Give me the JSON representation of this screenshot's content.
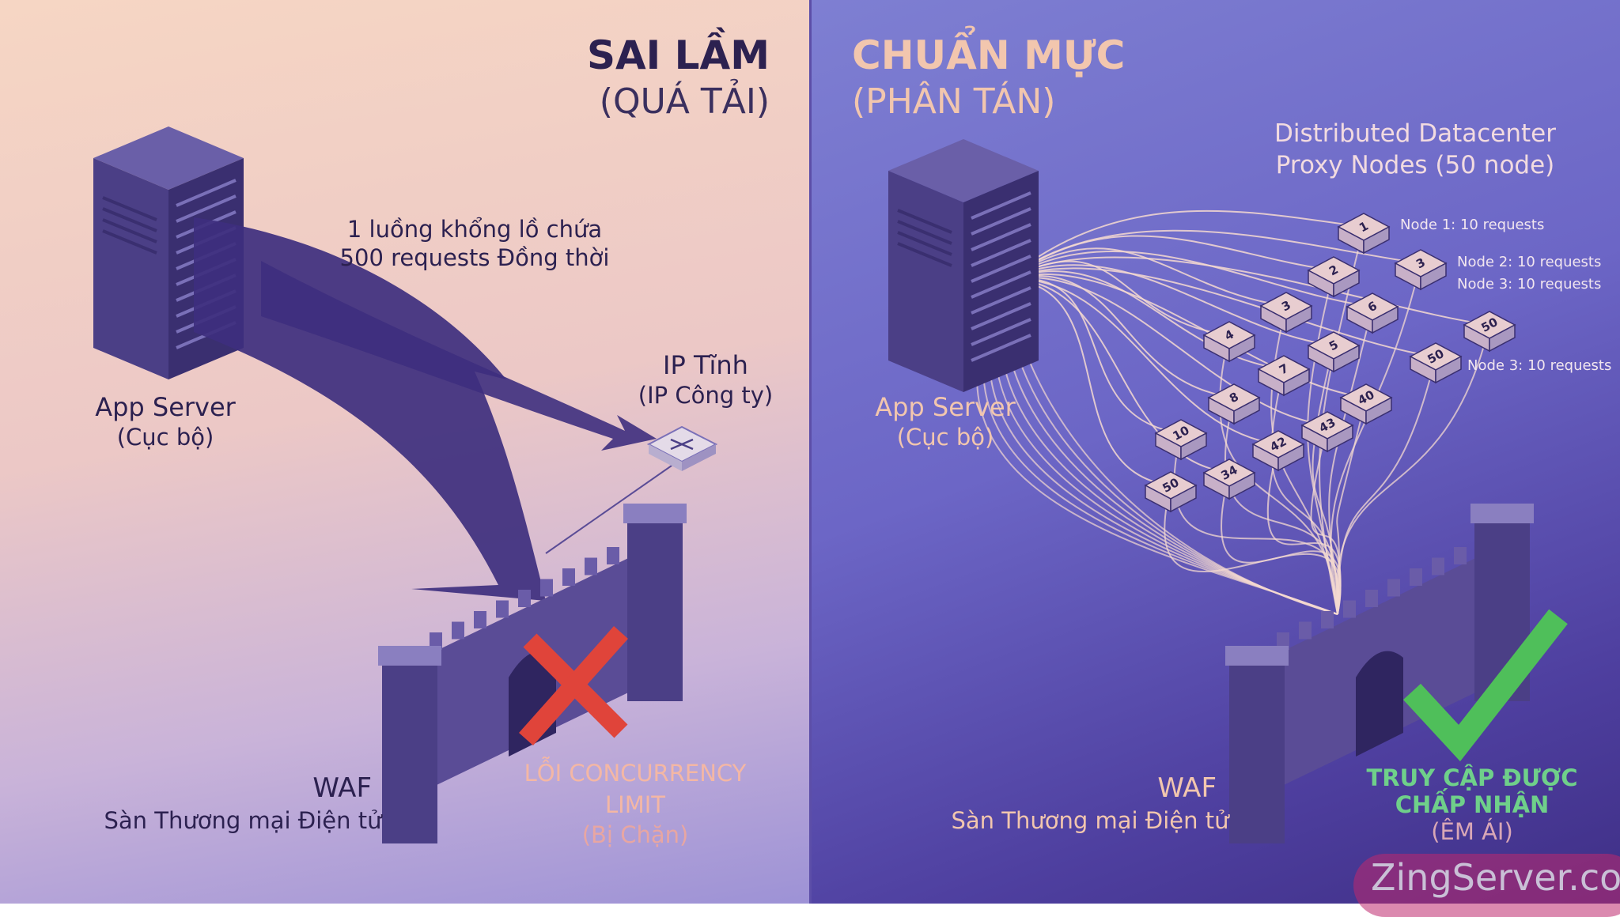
{
  "colors": {
    "left_bg": "#f6d6c4",
    "right_bg": "#6c66c6",
    "server": "#4b3f86",
    "arrow": "#3e2f7e",
    "error": "#e0443a",
    "success": "#4fbf5a",
    "success_text": "#6fd08a",
    "error_text": "#f4b7a4",
    "curve": "#f4d9d0"
  },
  "left": {
    "title": "SAI LẦM",
    "subtitle": "(QUÁ TẢI)",
    "flow_line1": "1 luồng khổng lồ chứa",
    "flow_line2": "500 requests Đồng thời",
    "ip_title": "IP Tĩnh",
    "ip_sub": "(IP Công ty)",
    "server_title": "App Server",
    "server_sub": "(Cục bộ)",
    "waf_title": "WAF",
    "waf_sub": "Sàn Thương mại Điện tử",
    "error_line1": "LỖI CONCURRENCY",
    "error_line2": "LIMIT",
    "error_line3": "(Bị Chặn)",
    "icons": {
      "router": "router-icon",
      "x": "red-x-icon",
      "server": "server-rack-icon",
      "wall": "castle-wall-icon"
    }
  },
  "right": {
    "title": "CHUẨN MỰC",
    "subtitle": "(PHÂN TÁN)",
    "nodes_title1": "Distributed Datacenter",
    "nodes_title2": "Proxy Nodes (50 node)",
    "server_title": "App Server",
    "server_sub": "(Cục bộ)",
    "waf_title": "WAF",
    "waf_sub": "Sàn Thương mại Điện tử",
    "success_line1": "TRUY CẬP ĐƯỢC",
    "success_line2": "CHẤP NHẬN",
    "success_line3": "(ÊM ÁI)",
    "nodes": [
      "1",
      "3",
      "2",
      "3",
      "6",
      "50",
      "4",
      "5",
      "50",
      "7",
      "40",
      "8",
      "43",
      "10",
      "42",
      "34",
      "50"
    ],
    "node_labels": [
      "Node 1: 10 requests",
      "Node 2: 10 requests",
      "Node 3: 10 requests",
      "Node 3: 10 requests"
    ],
    "icons": {
      "check": "check-icon",
      "server": "server-rack-icon",
      "wall": "castle-wall-icon"
    }
  },
  "watermark": "ZingServer.com"
}
